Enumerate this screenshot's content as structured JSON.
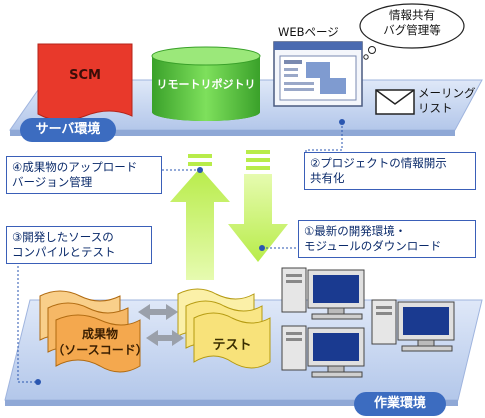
{
  "server": {
    "label": "サーバ環境",
    "scm": "SCM",
    "repository": "リモートリポジトリ",
    "web_page": "WEBページ",
    "mailing_list": "メーリング\nリスト",
    "bubble": "情報共有\nバグ管理等"
  },
  "work": {
    "label": "作業環境",
    "artifact": "成果物\n（ソースコード）",
    "test": "テスト"
  },
  "steps": [
    {
      "text": "①最新の開発環境・\nモジュールのダウンロード"
    },
    {
      "text": "②プロジェクトの情報開示\n共有化"
    },
    {
      "text": "③開発したソースの\nコンパイルとテスト"
    },
    {
      "text": "④成果物のアップロード\nバージョン管理"
    }
  ],
  "colors": {
    "platform": "#c8d8f4",
    "pill": "#3c6cc0",
    "scm_red": "#e8392b",
    "repo_green": "#55c83a",
    "arrow_green": "#c6f06a",
    "doc_yellow": "#f8e27a",
    "doc_orange": "#f6b866"
  }
}
